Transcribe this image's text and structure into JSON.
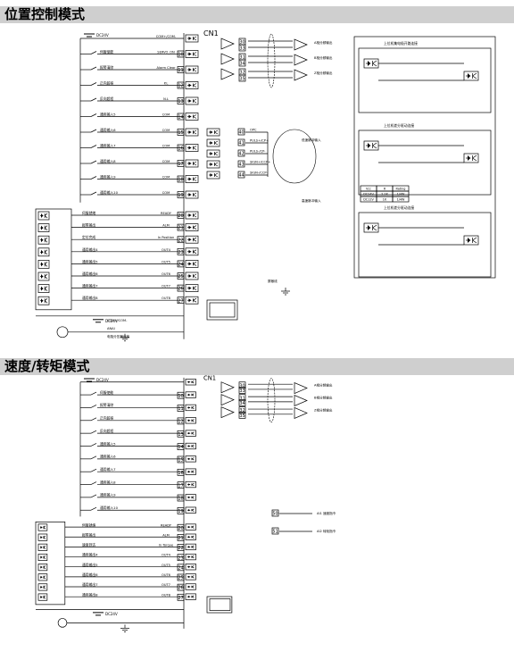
{
  "sections": [
    {
      "title": "位置控制模式"
    },
    {
      "title": "速度/转矩模式"
    }
  ],
  "diagram": {
    "connector_label": "CN1",
    "supply_label": "DC24V",
    "top": {
      "input_signals": [
        "伺服使能",
        "报警清除",
        "正向超程",
        "反向超程",
        "通用输入5",
        "通用输入6",
        "通用输入7",
        "通用输入8",
        "通用输入9",
        "通用输入10"
      ],
      "input_pins": [
        "COM+/COM-",
        "SERVO_ON",
        "Alarm Clear",
        "P.L",
        "N.L",
        "COM",
        "COM",
        "COM",
        "COM",
        "COM",
        "COM"
      ],
      "output_signals": [
        "伺服就绪",
        "报警输出",
        "定位完成",
        "通用输出4",
        "通用输出5",
        "通用输出6",
        "通用输出7",
        "通用输出8"
      ],
      "output_pins": [
        "READY",
        "ALM",
        "In Position",
        "OUT4",
        "OUT5",
        "OUT6",
        "OUT7",
        "OUT8"
      ],
      "encoder_labels": [
        "A相分频输出",
        "B相分频输出",
        "Z相分频输出"
      ],
      "pulse_labels": [
        "OPC",
        "PULS+/CP+",
        "PULS-/CP-",
        "SIGN+/CCP+",
        "SIGN-/CCP-"
      ],
      "note_low": "低速脉冲输入",
      "note_high": "高速脉冲输入",
      "shield": "屏蔽线",
      "bottom_labels": [
        "COM+/COM-",
        "ANAI",
        "电阻分压器连接"
      ],
      "right_panel_titles": [
        "上位机集电极开路连接",
        "上位机差分驱动连接",
        "上位机差分驱动连接"
      ],
      "table_rows": [
        [
          "Vcc",
          "R",
          "Rating"
        ],
        [
          "DC24V",
          "2.2K",
          "1/4W"
        ],
        [
          "DC12V",
          "1K",
          "1/4W"
        ]
      ]
    },
    "bottom": {
      "input_signals": [
        "伺服使能",
        "报警清除",
        "正向超程",
        "反向超程",
        "通用输入5",
        "通用输入6",
        "通用输入7",
        "通用输入8",
        "通用输入9",
        "通用输入10"
      ],
      "output_signals": [
        "伺服就绪",
        "报警输出",
        "速度到达",
        "通用输出4",
        "通用输出5",
        "通用输出6",
        "通用输出7",
        "通用输出8"
      ],
      "output_pins": [
        "READY",
        "ALM",
        "In Torque",
        "OUT4",
        "OUT5",
        "OUT6",
        "OUT7",
        "OUT8"
      ],
      "encoder_labels": [
        "A相分频输出",
        "B相分频输出",
        "Z相分频输出"
      ],
      "analog_labels": [
        "AI1 速度指令",
        "AI2 转矩指令"
      ]
    }
  }
}
